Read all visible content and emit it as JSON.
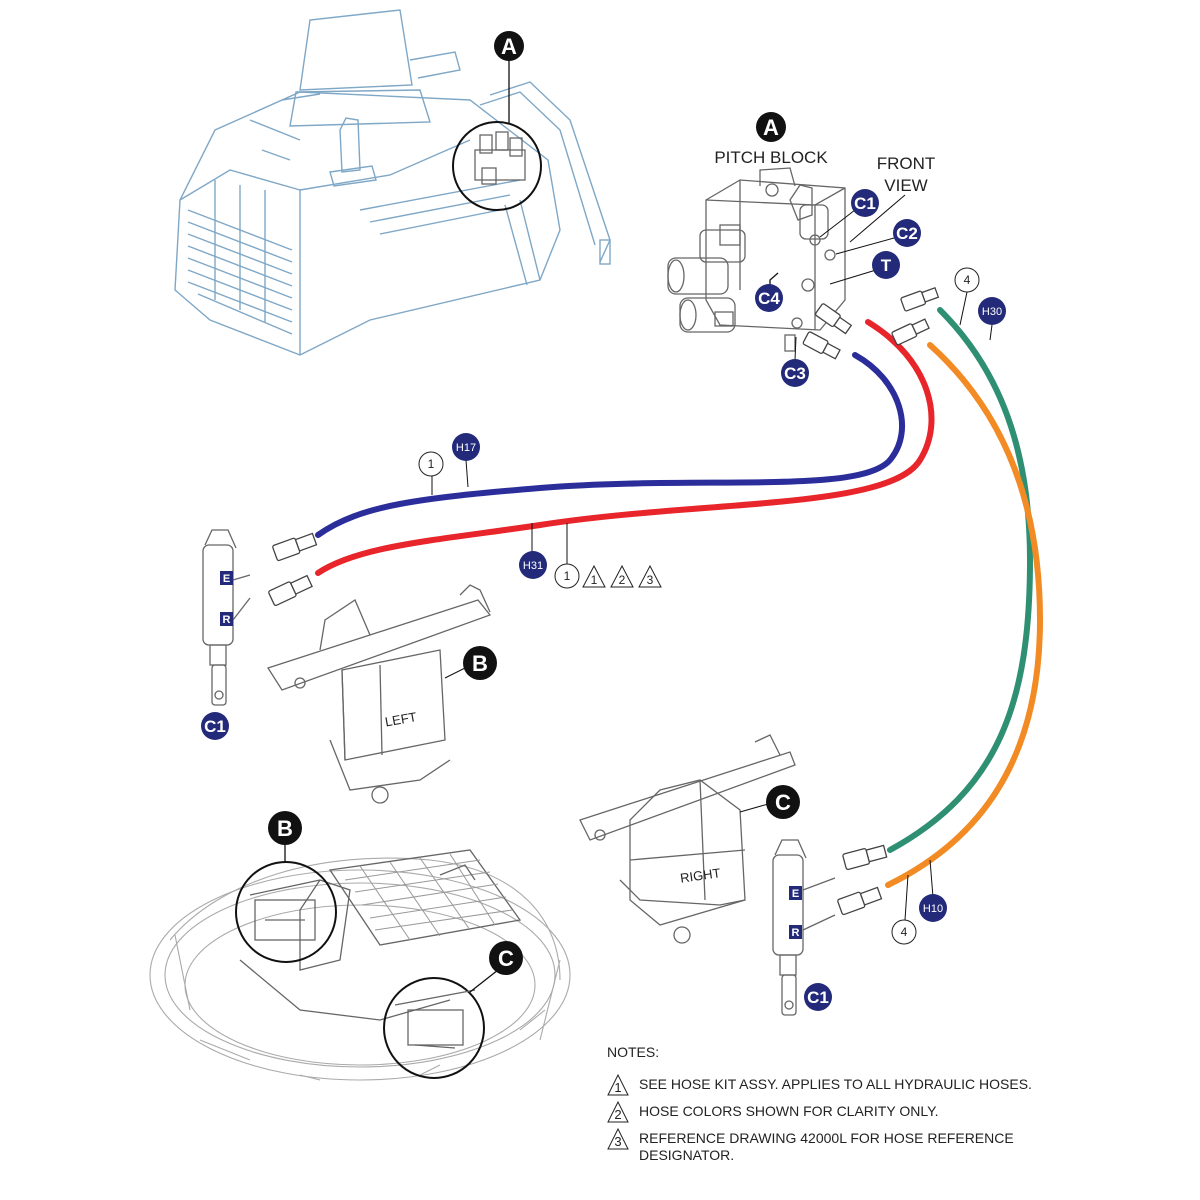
{
  "callouts": {
    "A": "A",
    "B": "B",
    "C": "C"
  },
  "pitch_block": {
    "title": "PITCH BLOCK",
    "front_view_line1": "FRONT",
    "front_view_line2": "VIEW"
  },
  "ports": {
    "C1": "C1",
    "C2": "C2",
    "C3": "C3",
    "C4": "C4",
    "T": "T"
  },
  "hoses": {
    "H17": "H17",
    "H31": "H31",
    "H30": "H30",
    "H10": "H10"
  },
  "item_numbers": {
    "one": "1",
    "two": "2",
    "three": "3",
    "four": "4"
  },
  "cylinder_ports": {
    "E": "E",
    "R": "R"
  },
  "gearbox_labels": {
    "left": "LEFT",
    "right": "RIGHT"
  },
  "colors": {
    "blue_hose": "#2b2e9a",
    "red_hose": "#e8252b",
    "green_hose": "#2f8f73",
    "orange_hose": "#f28b24",
    "badge": "#232a7a",
    "machine_line": "#7fa7c6"
  },
  "notes": {
    "title": "NOTES:",
    "items": [
      "SEE HOSE KIT ASSY.  APPLIES TO ALL HYDRAULIC HOSES.",
      "HOSE COLORS SHOWN FOR CLARITY ONLY.",
      "REFERENCE DRAWING 42000L FOR HOSE REFERENCE DESIGNATOR."
    ]
  }
}
